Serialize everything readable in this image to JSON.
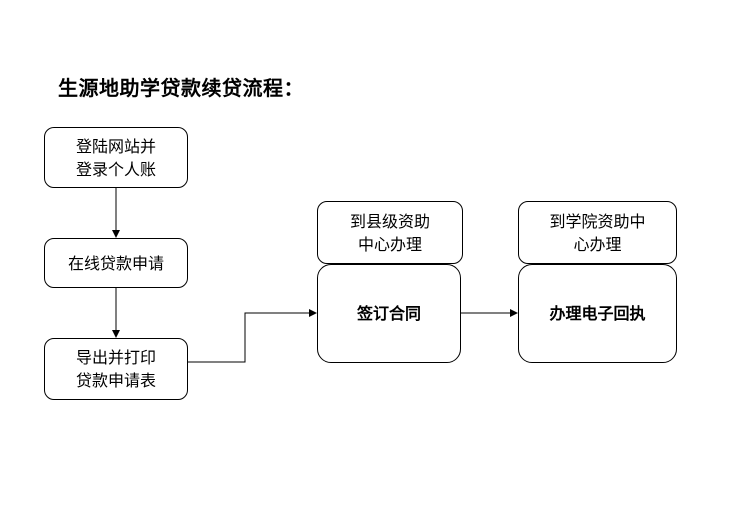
{
  "title": "生源地助学贷款续贷流程：",
  "steps": {
    "login": "登陆网站并\n登录个人账",
    "apply": "在线贷款申请",
    "print": "导出并打印\n贷款申请表",
    "county_note": "到县级资助\n中心办理",
    "sign": "签订合同",
    "college_note": "到学院资助中\n心办理",
    "receipt": "办理电子回执"
  }
}
